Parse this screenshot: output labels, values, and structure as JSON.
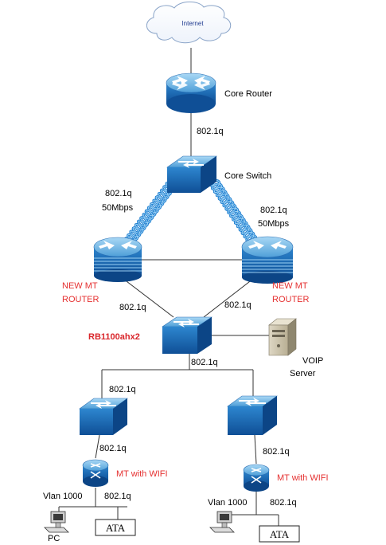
{
  "cloud": {
    "label": "Internet"
  },
  "core_router": {
    "label": "Core Router"
  },
  "link_router_switch": {
    "label": "802.1q"
  },
  "core_switch": {
    "label": "Core Switch"
  },
  "wireless_left": {
    "line1": "802.1q",
    "line2": "50Mbps"
  },
  "wireless_right": {
    "line1": "802.1q",
    "line2": "50Mbps"
  },
  "mt_router_left": {
    "line1": "NEW MT",
    "line2": "ROUTER"
  },
  "mt_router_right": {
    "line1": "NEW MT",
    "line2": "ROUTER"
  },
  "link_left_rb": {
    "label": "802.1q"
  },
  "link_right_rb": {
    "label": "802.1q"
  },
  "rb_switch": {
    "label": "RB1100ahx2"
  },
  "voip_server": {
    "line1": "VOIP",
    "line2": "Server"
  },
  "link_rb_down": {
    "label": "802.1q"
  },
  "link_left_branch": {
    "label": "802.1q"
  },
  "link_left_sw_mt": {
    "label": "802.1q"
  },
  "link_right_sw_mt": {
    "label": "802.1q"
  },
  "mt_wifi_left": {
    "label": "MT with WIFI"
  },
  "mt_wifi_right": {
    "label": "MT with WIFI"
  },
  "vlan_left": {
    "label": "Vlan 1000"
  },
  "vlan_right": {
    "label": "Vlan 1000"
  },
  "link_left_ata": {
    "label": "802.1q"
  },
  "link_right_ata": {
    "label": "802.1q"
  },
  "pc_left": {
    "label": "PC"
  },
  "ata_left": {
    "label": "ATA"
  },
  "ata_right": {
    "label": "ATA"
  },
  "colors": {
    "device_blue": "#1e73be",
    "device_light": "#7fc0ea",
    "label_red": "#e53030",
    "cloud_stroke": "#8aa4c8"
  }
}
